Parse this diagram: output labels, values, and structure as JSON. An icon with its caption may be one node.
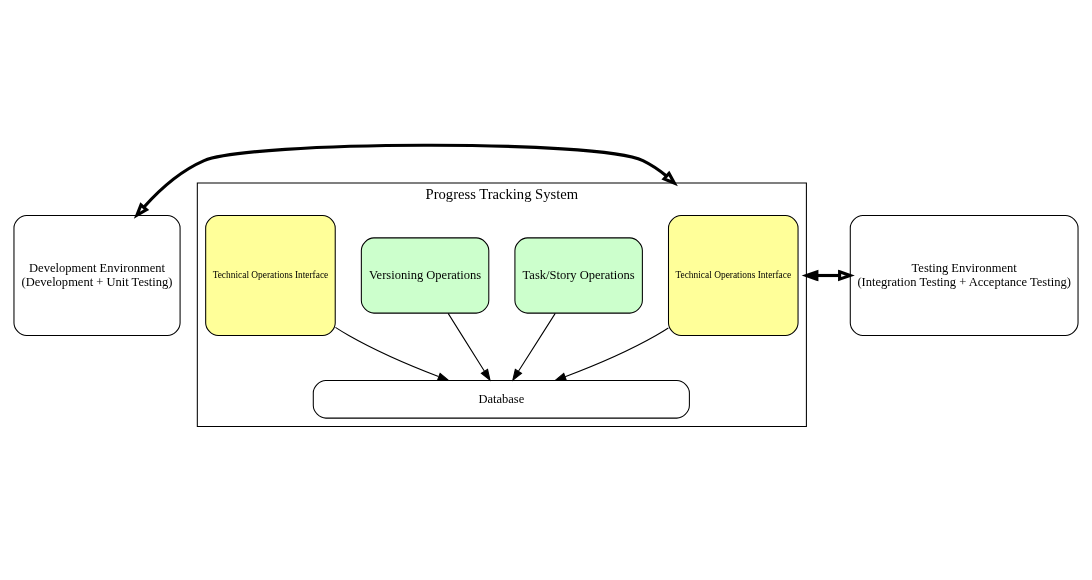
{
  "diagram": {
    "nodes": [
      {
        "text": [
          "Development Environment",
          "(Development + Unit Testing)"
        ]
      },
      {
        "text": [
          "Progress Tracking System"
        ]
      },
      {
        "text": [
          "Technical Operations Interface"
        ],
        "in": 1
      },
      {
        "text": [
          "Task/Story Operations"
        ],
        "in": 1
      },
      {
        "text": [
          "Versioning Operations"
        ],
        "in": 1
      },
      {
        "text": [
          "Technical Operations Interface"
        ],
        "in": 1
      },
      {
        "text": [
          "Database"
        ],
        "in": 1
      },
      {
        "text": [
          "Testing Environment",
          "(Integration Testing + Acceptance Testing)"
        ]
      }
    ],
    "edges": [
      {
        "from": 0,
        "to": 1,
        "arrow": "both",
        "style": "thick"
      },
      {
        "from": 1,
        "to": 7,
        "arrow": "both",
        "style": "thick"
      },
      {
        "from": 2,
        "to": 6,
        "arrow": "to"
      },
      {
        "from": 3,
        "to": 6,
        "arrow": "to"
      },
      {
        "from": 4,
        "to": 6,
        "arrow": "to"
      },
      {
        "from": 5,
        "to": 6,
        "arrow": "to"
      }
    ]
  }
}
